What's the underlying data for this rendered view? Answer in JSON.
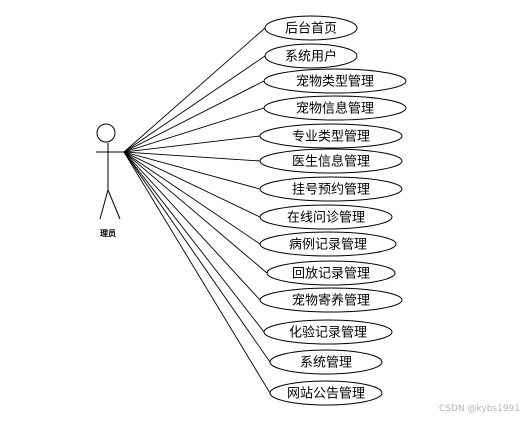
{
  "actor": {
    "label": "理员"
  },
  "use_cases": [
    {
      "id": "admin-home",
      "label": "后台首页"
    },
    {
      "id": "system-users",
      "label": "系统用户"
    },
    {
      "id": "pet-type-mgmt",
      "label": "宠物类型管理"
    },
    {
      "id": "pet-info-mgmt",
      "label": "宠物信息管理"
    },
    {
      "id": "specialty-type-mgmt",
      "label": "专业类型管理"
    },
    {
      "id": "doctor-info-mgmt",
      "label": "医生信息管理"
    },
    {
      "id": "appointment-mgmt",
      "label": "挂号预约管理"
    },
    {
      "id": "online-consult-mgmt",
      "label": "在线问诊管理"
    },
    {
      "id": "medical-record-mgmt",
      "label": "病例记录管理"
    },
    {
      "id": "revisit-record-mgmt",
      "label": "回放记录管理"
    },
    {
      "id": "pet-boarding-mgmt",
      "label": "宠物寄养管理"
    },
    {
      "id": "lab-record-mgmt",
      "label": "化验记录管理"
    },
    {
      "id": "system-mgmt",
      "label": "系统管理"
    },
    {
      "id": "site-notice-mgmt",
      "label": "网站公告管理"
    }
  ],
  "watermark": "CSDN @kybs1991"
}
